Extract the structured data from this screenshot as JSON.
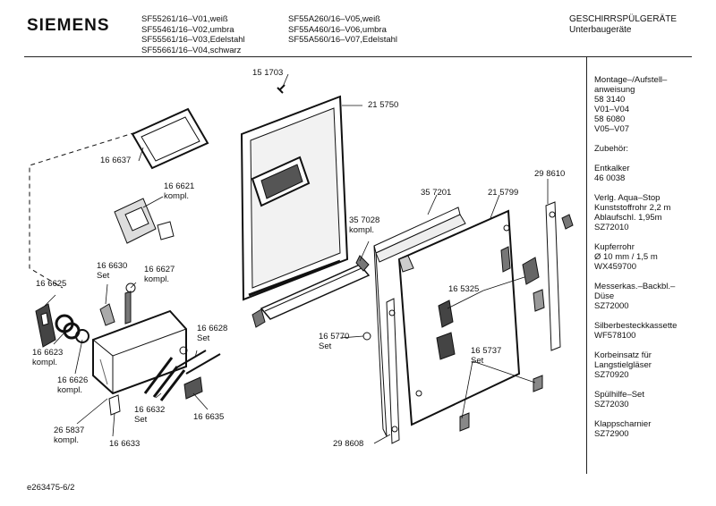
{
  "header": {
    "brand": "SIEMENS",
    "models_left": [
      "SF55261/16–V01,weiß",
      "SF55461/16–V02,umbra",
      "SF55561/16–V03,Edelstahl",
      "SF55661/16–V04,schwarz"
    ],
    "models_right": [
      "SF55A260/16–V05,weiß",
      "SF55A460/16–V06,umbra",
      "SF55A560/16–V07,Edelstahl"
    ],
    "category": "GESCHIRRSPÜLGERÄTE",
    "subcategory": "Unterbaugeräte"
  },
  "sidebar": {
    "sections": [
      {
        "lines": [
          "Montage–/Aufstell–",
          "anweisung",
          "58 3140",
          "V01–V04",
          "58 6080",
          "V05–V07"
        ]
      },
      {
        "lines": [
          "Zubehör:"
        ]
      },
      {
        "lines": [
          "Entkalker",
          "46 0038"
        ]
      },
      {
        "lines": [
          "Verlg. Aqua–Stop",
          "Kunststoffrohr 2,2 m",
          "Ablaufschl. 1,95m",
          "SZ72010"
        ]
      },
      {
        "lines": [
          "Kupferrohr",
          "Ø 10 mm / 1,5 m",
          "WX459700"
        ]
      },
      {
        "lines": [
          "Messerkas.–Backbl.–",
          "Düse",
          "SZ72000"
        ]
      },
      {
        "lines": [
          "Silberbesteckkassette",
          "WF578100"
        ]
      },
      {
        "lines": [
          "Korbeinsatz für",
          "Langstielgläser",
          "SZ70920"
        ]
      },
      {
        "lines": [
          "Spülhilfe–Set",
          "SZ72030"
        ]
      },
      {
        "lines": [
          "Klappscharnier",
          "SZ72900"
        ]
      }
    ]
  },
  "parts": {
    "p151703": "15 1703",
    "p215750": "21 5750",
    "p166637": "16 6637",
    "p166621": "16 6621",
    "p166621_note": "kompl.",
    "p357028": "35 7028",
    "p357028_note": "kompl.",
    "p357201": "35 7201",
    "p215799": "21 5799",
    "p298610": "29 8610",
    "p166630": "16 6630",
    "p166630_note": "Set",
    "p166627": "16 6627",
    "p166627_note": "kompl.",
    "p166625": "16 6625",
    "p165325": "16 5325",
    "p166628": "16 6628",
    "p166628_note": "Set",
    "p166623": "16 6623",
    "p166623_note": "kompl.",
    "p165770": "16 5770",
    "p165770_note": "Set",
    "p165737": "16 5737",
    "p165737_note": "Set",
    "p166626": "16 6626",
    "p166626_note": "kompl.",
    "p166632": "16 6632",
    "p166632_note": "Set",
    "p166635": "16 6635",
    "p265837": "26 5837",
    "p265837_note": "kompl.",
    "p166633": "16 6633",
    "p298608": "29 8608"
  },
  "footer": {
    "doc_number": "e263475-6/2"
  }
}
